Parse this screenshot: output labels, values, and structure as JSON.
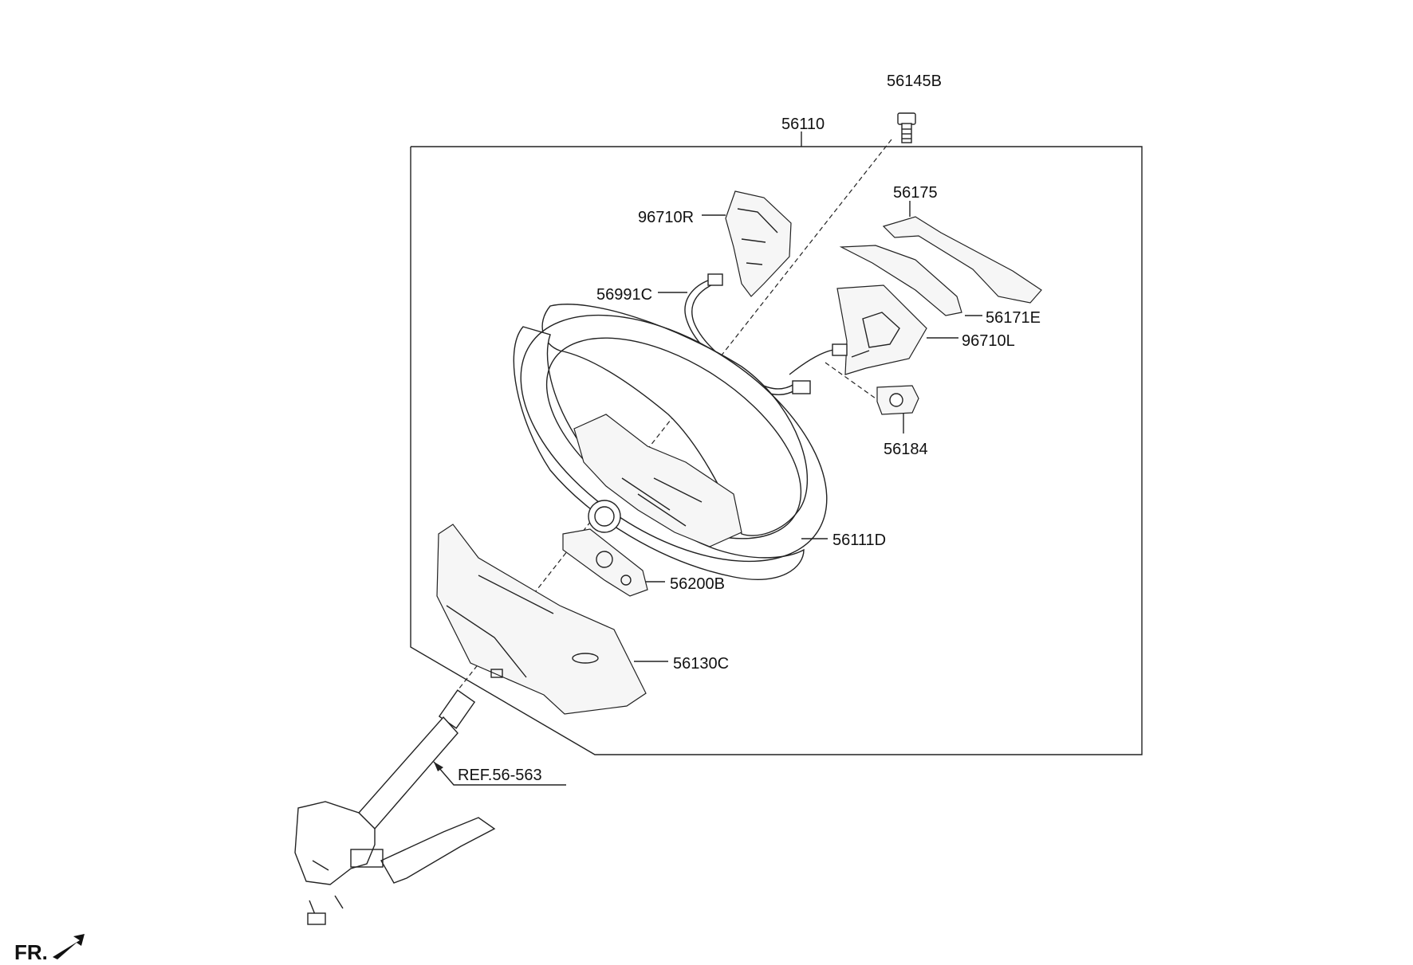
{
  "labels": {
    "l56145B": "56145B",
    "l56110": "56110",
    "l56175": "56175",
    "l96710R": "96710R",
    "l56991C": "56991C",
    "l56171E": "56171E",
    "l96710L": "96710L",
    "l56184": "56184",
    "l56111D": "56111D",
    "l56200B": "56200B",
    "l56130C": "56130C",
    "ref": "REF.56-563"
  },
  "direction": {
    "label": "FR.",
    "icon": "forward-arrow-icon"
  }
}
